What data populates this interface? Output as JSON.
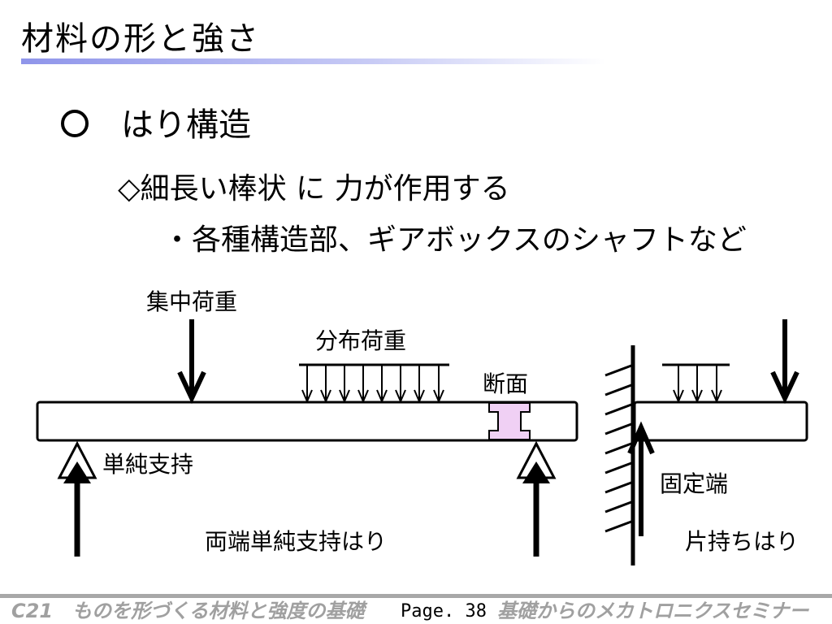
{
  "slide": {
    "title": "材料の形と強さ",
    "heading": "はり構造",
    "bullet1": "◇細長い棒状 に 力が作用する",
    "bullet2": "・各種構造部、ギアボックスのシャフトなど"
  },
  "diagram": {
    "concentrated_load": "集中荷重",
    "distributed_load": "分布荷重",
    "cross_section": "断面",
    "simple_support": "単純支持",
    "simply_supported_beam": "両端単純支持はり",
    "fixed_end": "固定端",
    "cantilever_beam": "片持ちはり",
    "section_color": "#f0d0f4"
  },
  "footer": {
    "course": "C21　ものを形づくる材料と強度の基礎",
    "page": "Page. 38",
    "seminar": "基礎からのメカトロニクスセミナー"
  }
}
